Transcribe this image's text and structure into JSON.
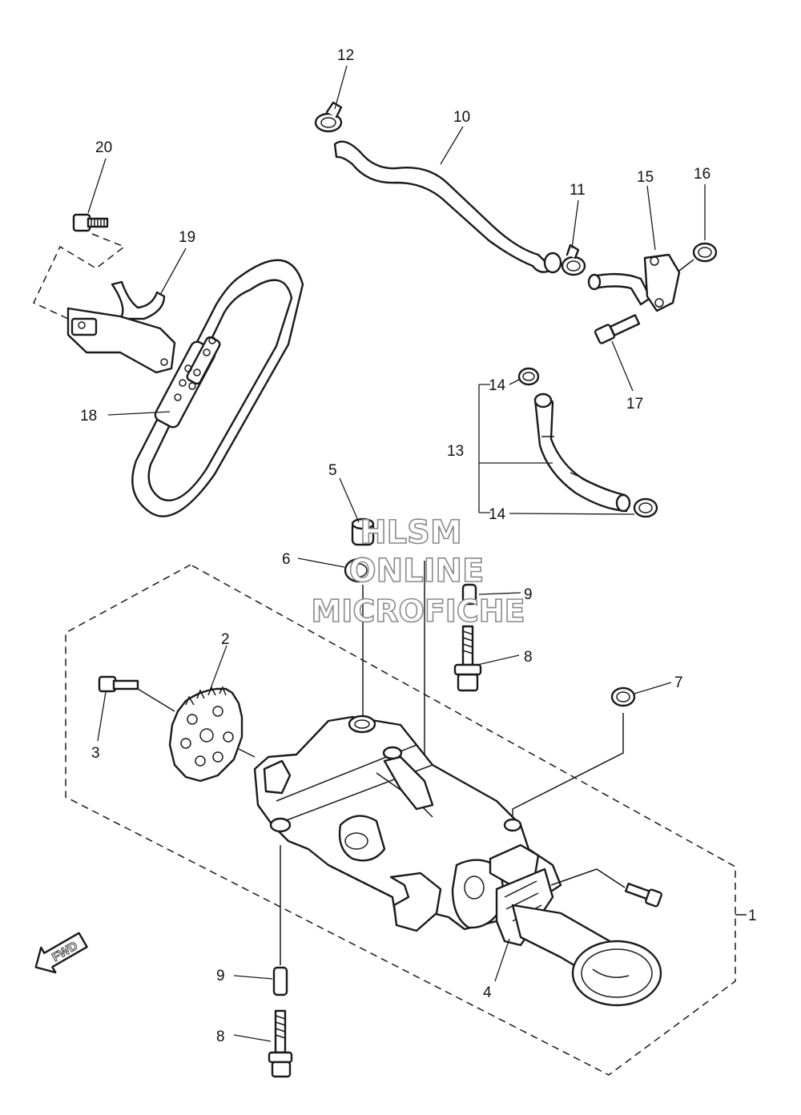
{
  "diagram": {
    "callouts": [
      "1",
      "2",
      "3",
      "4",
      "5",
      "6",
      "7",
      "8",
      "8",
      "9",
      "9",
      "10",
      "11",
      "12",
      "13",
      "14",
      "14",
      "15",
      "16",
      "17",
      "18",
      "19",
      "20"
    ],
    "watermark": {
      "line1": "HLSM",
      "line2": "ONLINE",
      "line3": "MICROFICHE",
      "color": "#8a8a8a"
    },
    "direction_badge": "FWD"
  }
}
